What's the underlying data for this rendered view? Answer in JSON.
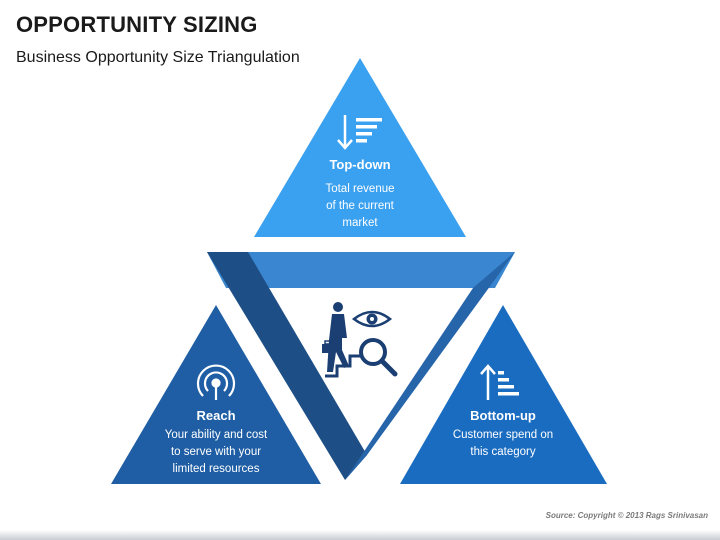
{
  "header": {
    "title": "OPPORTUNITY SIZING",
    "subtitle": "Business Opportunity Size Triangulation"
  },
  "triangles": {
    "top": {
      "heading": "Top-down",
      "body": "Total revenue\nof the current\nmarket",
      "icon": "sort-descending-icon",
      "color": "#3aa0f0"
    },
    "left": {
      "heading": "Reach",
      "body": "Your ability and cost\nto serve with your\nlimited resources",
      "icon": "broadcast-antenna-icon",
      "color": "#1f5ea4"
    },
    "right": {
      "heading": "Bottom-up",
      "body": "Customer spend on\nthis category",
      "icon": "sort-ascending-icon",
      "color": "#1a6cc0"
    }
  },
  "center_icon": "businessman-climbing-with-magnifier-and-eye-icon",
  "frame_colors": {
    "top_bar": "#3a86d0",
    "left_bar": "#1d4f86",
    "right_bar": "#2665aa"
  },
  "footer": {
    "source": "Source: Copyright © 2013 Rags Srinivasan"
  }
}
